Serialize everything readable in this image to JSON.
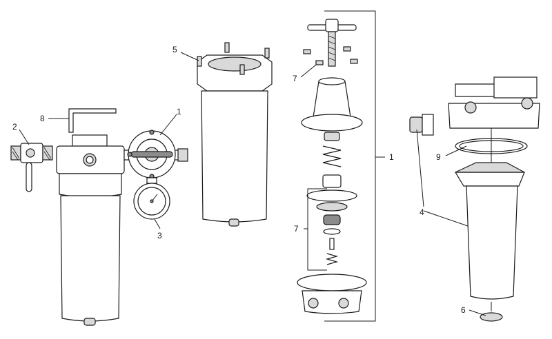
{
  "callouts": {
    "c1a": "1",
    "c1b": "1",
    "c2": "2",
    "c3": "3",
    "c4": "4",
    "c5": "5",
    "c6": "6",
    "c7a": "7",
    "c7b": "7",
    "c8": "8",
    "c9": "9"
  }
}
